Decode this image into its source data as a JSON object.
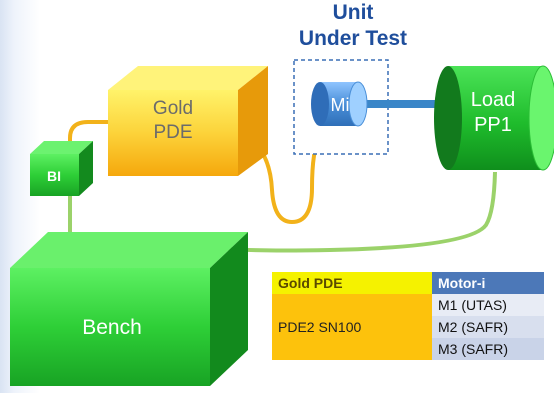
{
  "unit_under_test_title": [
    "Unit",
    "Under Test"
  ],
  "blocks": {
    "gold_pde": [
      "Gold",
      "PDE"
    ],
    "bi": "BI",
    "bench": "Bench",
    "motor": "Mi",
    "load": [
      "Load",
      "PP1"
    ]
  },
  "table": {
    "headers": [
      "Gold PDE",
      "Motor-i"
    ],
    "gold_pde_value": "PDE2 SN100",
    "motors": [
      "M1 (UTAS)",
      "M2 (SAFR)",
      "M3 (SAFR)"
    ]
  },
  "colors": {
    "title_blue": "#1f4e9c",
    "gold_box": "#fcc60e",
    "green_box": "#29c234",
    "motor_blue": "#4a8fd8",
    "cable_gold": "#f2b21a",
    "cable_green": "#9bd26a"
  }
}
